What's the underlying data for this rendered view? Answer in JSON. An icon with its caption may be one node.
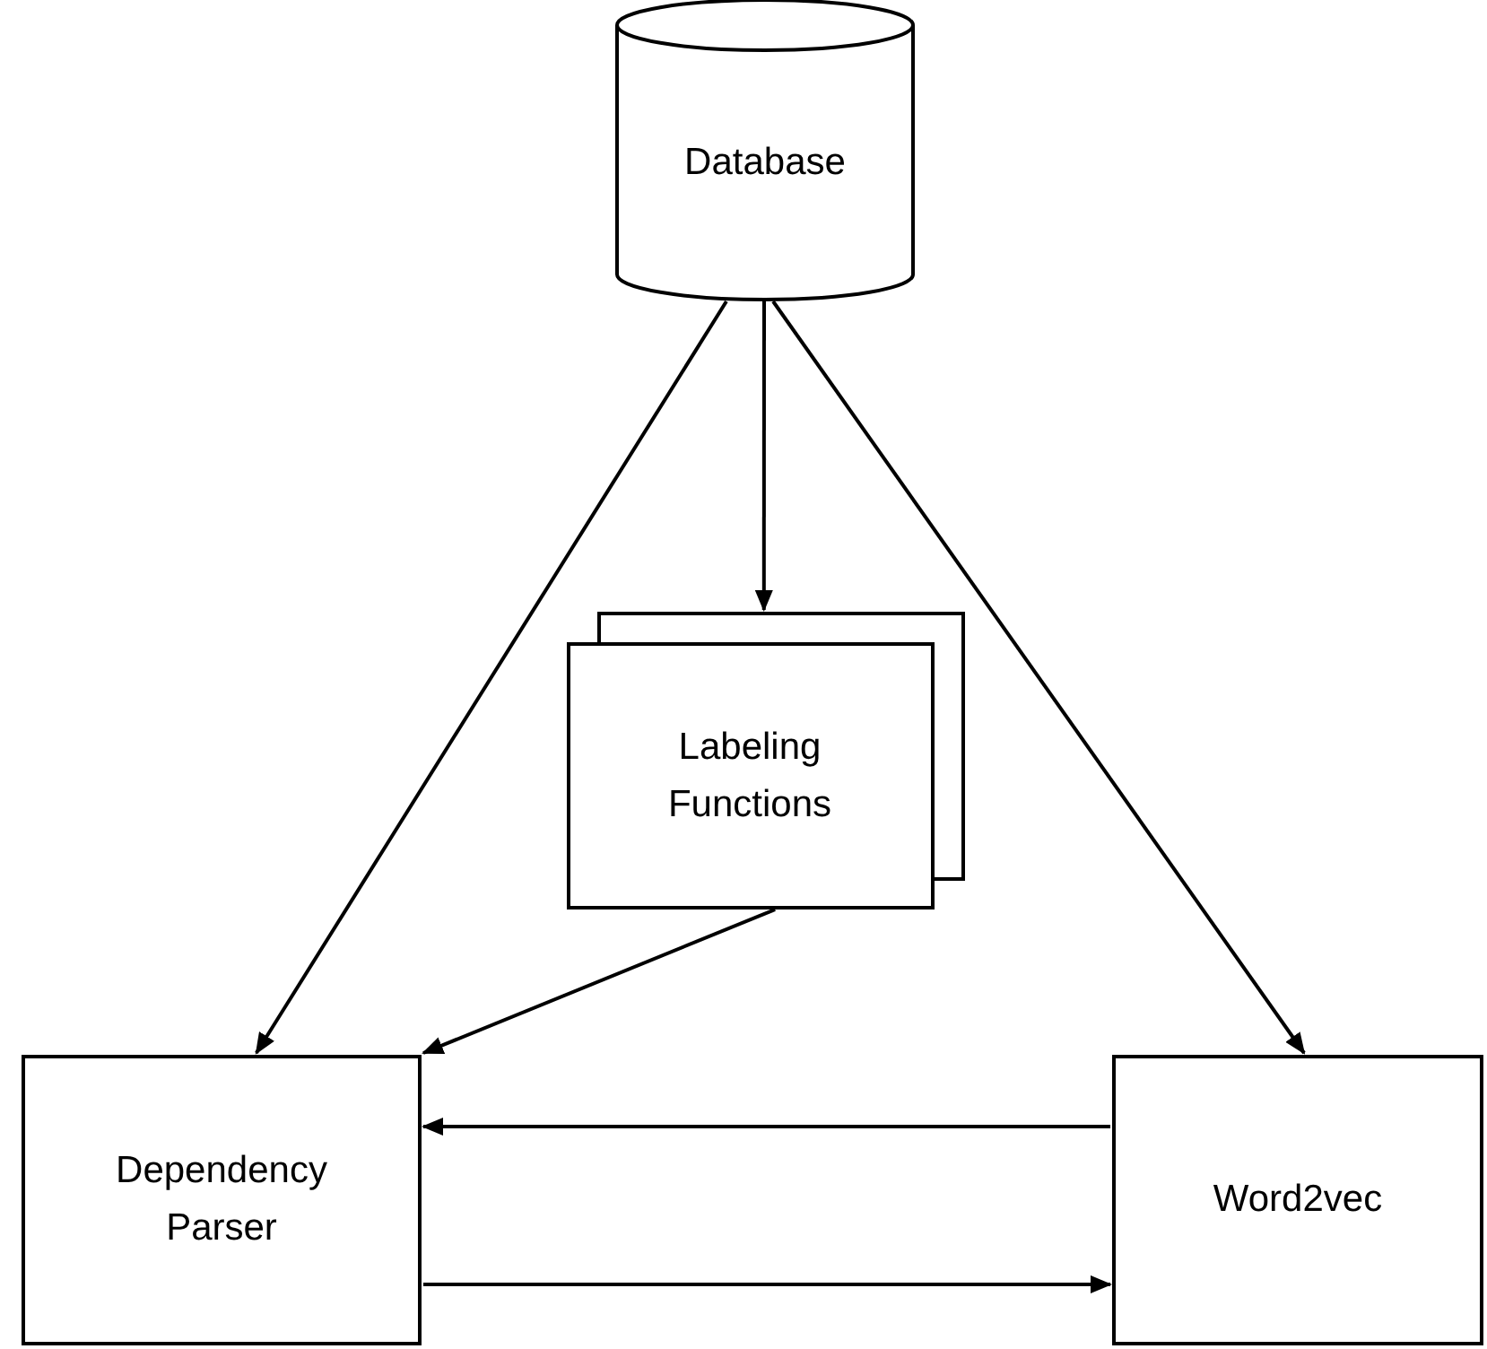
{
  "diagram": {
    "nodes": [
      {
        "text": [
          "Database"
        ]
      },
      {
        "text": [
          "Labeling Functions"
        ]
      },
      {
        "text": [
          "Dependency Parser"
        ]
      },
      {
        "text": [
          "Word2vec"
        ]
      }
    ],
    "edges": [
      {
        "from": 0,
        "to": 1,
        "arrow": "to"
      },
      {
        "from": 0,
        "to": 2,
        "arrow": "to"
      },
      {
        "from": 0,
        "to": 3,
        "arrow": "to"
      },
      {
        "from": 1,
        "to": 2,
        "arrow": "to"
      },
      {
        "from": 3,
        "to": 2,
        "arrow": "to"
      },
      {
        "from": 2,
        "to": 3,
        "arrow": "to"
      }
    ]
  }
}
